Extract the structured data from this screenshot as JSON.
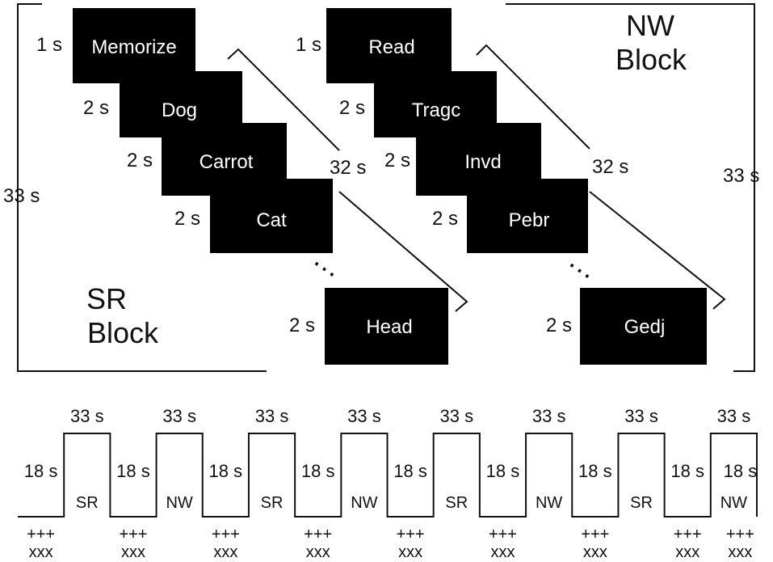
{
  "colors": {
    "card": "#000000",
    "card_text": "#ffffff",
    "line": "#111111",
    "background": "#ffffff"
  },
  "sr_block": {
    "label_line1": "SR",
    "label_line2": "Block",
    "duration": "33 s",
    "stack_duration": "32 s",
    "ellipsis": "…",
    "cards": [
      {
        "word": "Memorize",
        "time": "1 s"
      },
      {
        "word": "Dog",
        "time": "2 s"
      },
      {
        "word": "Carrot",
        "time": "2 s"
      },
      {
        "word": "Cat",
        "time": "2 s"
      },
      {
        "word": "Head",
        "time": "2 s"
      }
    ]
  },
  "nw_block": {
    "label_line1": "NW",
    "label_line2": "Block",
    "duration": "33 s",
    "stack_duration": "32 s",
    "ellipsis": "…",
    "cards": [
      {
        "word": "Read",
        "time": "1 s"
      },
      {
        "word": "Tragc",
        "time": "2 s"
      },
      {
        "word": "Invd",
        "time": "2 s"
      },
      {
        "word": "Pebr",
        "time": "2 s"
      },
      {
        "word": "Gedj",
        "time": "2 s"
      }
    ]
  },
  "timeline": {
    "rest": {
      "duration": "18 s",
      "label_line1": "+++",
      "label_line2": "xxx"
    },
    "active_duration": "33 s",
    "blocks": [
      "SR",
      "NW",
      "SR",
      "NW",
      "SR",
      "NW",
      "SR",
      "NW"
    ]
  }
}
